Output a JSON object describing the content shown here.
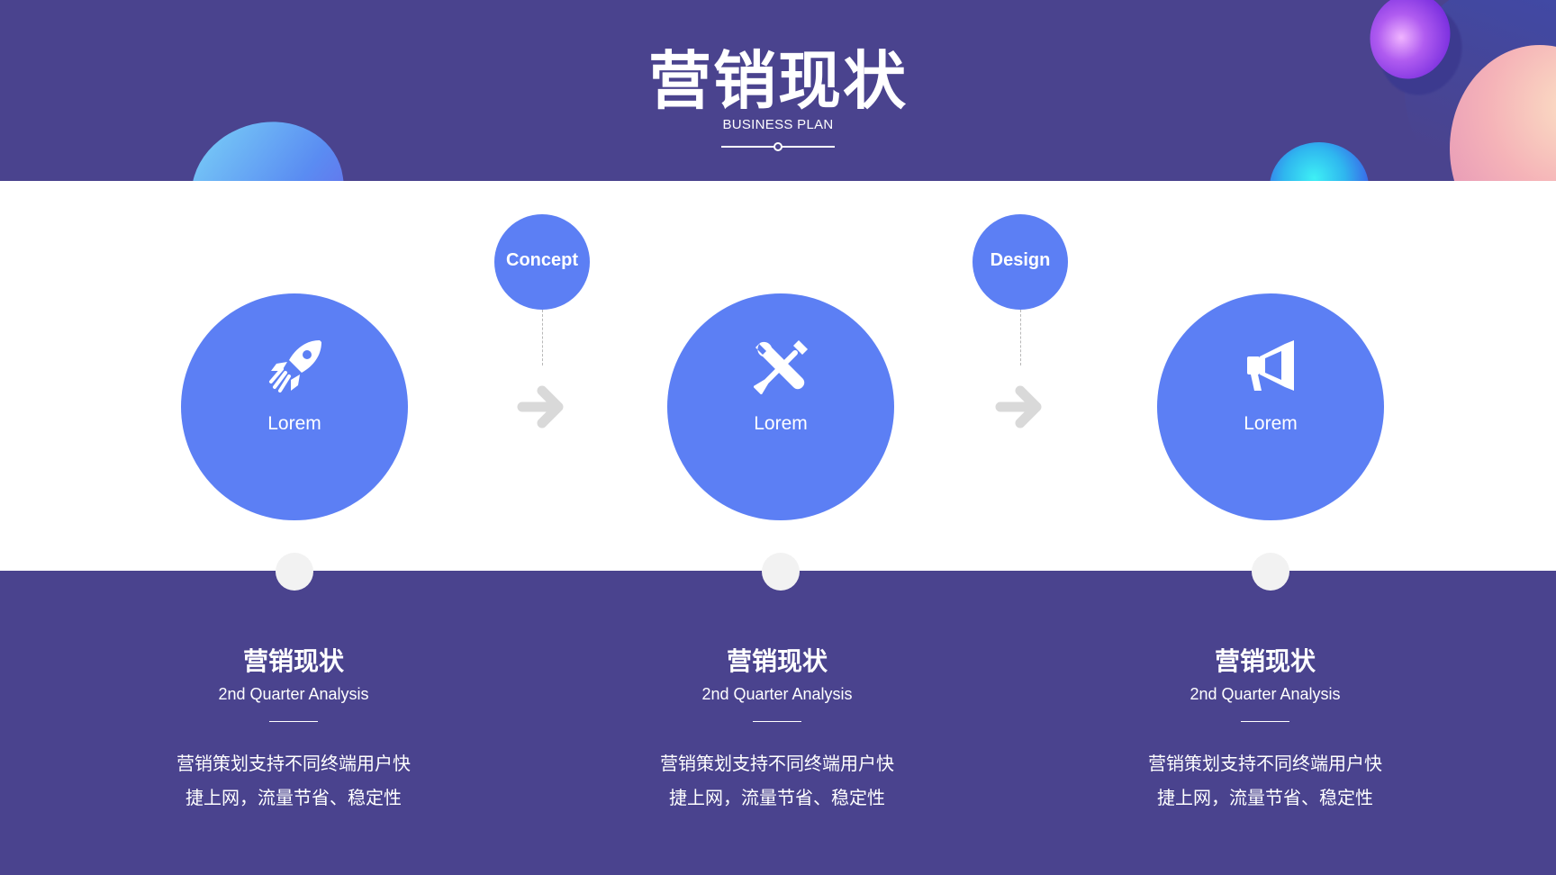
{
  "header": {
    "title": "营销现状",
    "subtitle": "BUSINESS PLAN"
  },
  "steps": [
    {
      "icon": "rocket-icon",
      "label": "Lorem"
    },
    {
      "icon": "tools-icon",
      "label": "Lorem"
    },
    {
      "icon": "megaphone-icon",
      "label": "Lorem"
    }
  ],
  "connectors": [
    {
      "label": "Concept"
    },
    {
      "label": "Design"
    }
  ],
  "columns": [
    {
      "title": "营销现状",
      "subtitle": "2nd Quarter Analysis",
      "body_line1": "营销策划支持不同终端用户快",
      "body_line2": "捷上网，流量节省、稳定性"
    },
    {
      "title": "营销现状",
      "subtitle": "2nd Quarter Analysis",
      "body_line1": "营销策划支持不同终端用户快",
      "body_line2": "捷上网，流量节省、稳定性"
    },
    {
      "title": "营销现状",
      "subtitle": "2nd Quarter Analysis",
      "body_line1": "营销策划支持不同终端用户快",
      "body_line2": "捷上网，流量节省、稳定性"
    }
  ],
  "colors": {
    "background": "#4a438e",
    "accent": "#5c7ff4",
    "band": "#ffffff",
    "arrow": "#d9d9d9"
  }
}
